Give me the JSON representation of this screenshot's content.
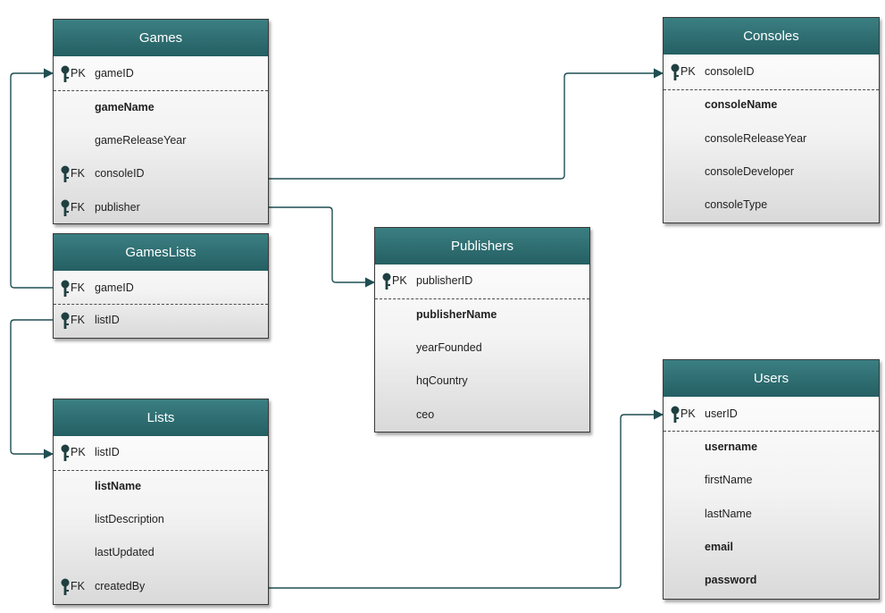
{
  "colors": {
    "header": "#2c6b6e",
    "connector": "#1f4f52",
    "key_icon": "#1f3f40"
  },
  "key_icon": "key-icon",
  "entities": {
    "games": {
      "title": "Games",
      "attributes": [
        {
          "key": "PK",
          "name": "gameID",
          "bold": false
        },
        {
          "key": "",
          "name": "gameName",
          "bold": true
        },
        {
          "key": "",
          "name": "gameReleaseYear",
          "bold": false
        },
        {
          "key": "FK",
          "name": "consoleID",
          "bold": false
        },
        {
          "key": "FK",
          "name": "publisher",
          "bold": false
        }
      ]
    },
    "consoles": {
      "title": "Consoles",
      "attributes": [
        {
          "key": "PK",
          "name": "consoleID",
          "bold": false
        },
        {
          "key": "",
          "name": "consoleName",
          "bold": true
        },
        {
          "key": "",
          "name": "consoleReleaseYear",
          "bold": false
        },
        {
          "key": "",
          "name": "consoleDeveloper",
          "bold": false
        },
        {
          "key": "",
          "name": "consoleType",
          "bold": false
        }
      ]
    },
    "gameslists": {
      "title": "GamesLists",
      "attributes": [
        {
          "key": "FK",
          "name": "gameID",
          "bold": false
        },
        {
          "key": "FK",
          "name": "listID",
          "bold": false
        }
      ]
    },
    "publishers": {
      "title": "Publishers",
      "attributes": [
        {
          "key": "PK",
          "name": "publisherID",
          "bold": false
        },
        {
          "key": "",
          "name": "publisherName",
          "bold": true
        },
        {
          "key": "",
          "name": "yearFounded",
          "bold": false
        },
        {
          "key": "",
          "name": "hqCountry",
          "bold": false
        },
        {
          "key": "",
          "name": "ceo",
          "bold": false
        }
      ]
    },
    "lists": {
      "title": "Lists",
      "attributes": [
        {
          "key": "PK",
          "name": "listID",
          "bold": false
        },
        {
          "key": "",
          "name": "listName",
          "bold": true
        },
        {
          "key": "",
          "name": "listDescription",
          "bold": false
        },
        {
          "key": "",
          "name": "lastUpdated",
          "bold": false
        },
        {
          "key": "FK",
          "name": "createdBy",
          "bold": false
        }
      ]
    },
    "users": {
      "title": "Users",
      "attributes": [
        {
          "key": "PK",
          "name": "userID",
          "bold": false
        },
        {
          "key": "",
          "name": "username",
          "bold": true
        },
        {
          "key": "",
          "name": "firstName",
          "bold": false
        },
        {
          "key": "",
          "name": "lastName",
          "bold": false
        },
        {
          "key": "",
          "name": "email",
          "bold": true
        },
        {
          "key": "",
          "name": "password",
          "bold": true
        }
      ]
    }
  },
  "relationships": [
    {
      "from": "games.consoleID",
      "to": "consoles.consoleID"
    },
    {
      "from": "games.publisher",
      "to": "publishers.publisherID"
    },
    {
      "from": "gameslists.gameID",
      "to": "games.gameID"
    },
    {
      "from": "gameslists.listID",
      "to": "lists.listID"
    },
    {
      "from": "lists.createdBy",
      "to": "users.userID"
    }
  ]
}
